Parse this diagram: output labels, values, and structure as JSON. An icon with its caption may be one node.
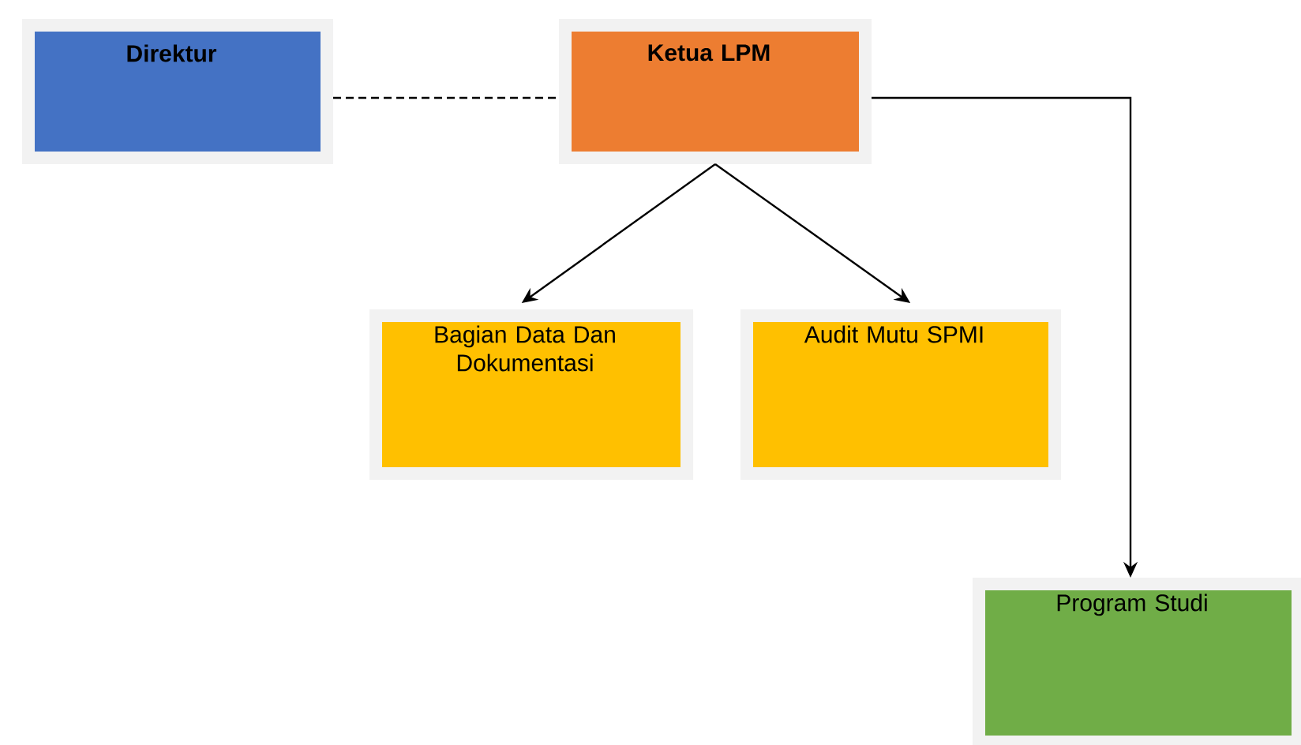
{
  "diagram": {
    "nodes": [
      {
        "text": [
          "Direktur"
        ]
      },
      {
        "text": [
          "Ketua LPM"
        ]
      },
      {
        "text": [
          "Bagian Data Dan Dokumentasi"
        ]
      },
      {
        "text": [
          "Audit Mutu SPMI"
        ]
      },
      {
        "text": [
          "Program Studi"
        ]
      }
    ],
    "edges": [
      {
        "from": 0,
        "to": 1,
        "arrow": "none",
        "style": "dashed"
      },
      {
        "from": 1,
        "to": 2,
        "arrow": "to"
      },
      {
        "from": 1,
        "to": 3,
        "arrow": "to"
      },
      {
        "from": 1,
        "to": 4,
        "arrow": "to"
      }
    ]
  }
}
